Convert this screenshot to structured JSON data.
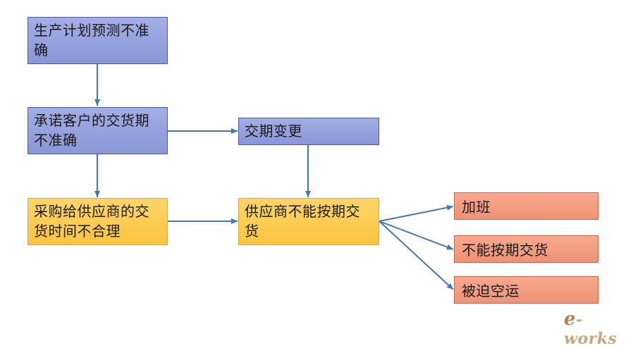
{
  "nodes": {
    "forecast": "生产计划预测不准确",
    "promise": "承诺客户的交货期不准确",
    "change": "交期变更",
    "purchase": "采购给供应商的交货时间不合理",
    "supplier": "供应商不能按期交货",
    "overtime": "加班",
    "late": "不能按期交货",
    "airfreight": "被迫空运"
  },
  "colors": {
    "cause": "#8a97d6",
    "root_purchase": "#fbc43f",
    "effect": "#ef9275",
    "arrow": "#3f77b8"
  },
  "logo": {
    "e": "e",
    "rest": "-works"
  }
}
